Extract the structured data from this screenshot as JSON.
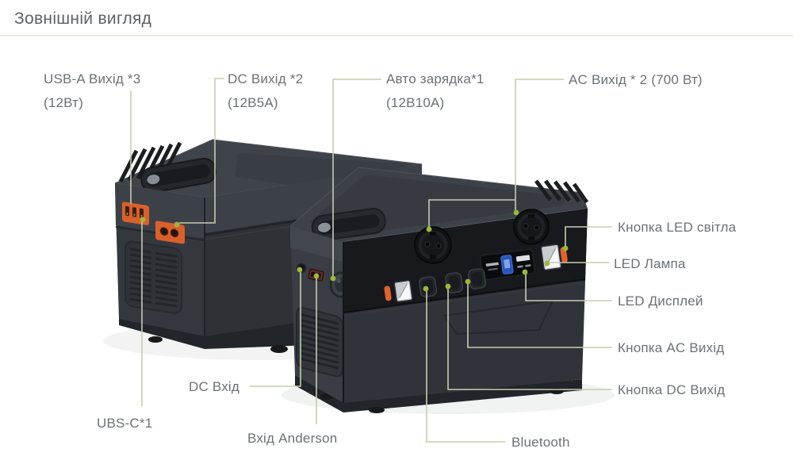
{
  "title": "Зовнішній вигляд",
  "colors": {
    "label_text": "#6d7175",
    "title_text": "#5d6266",
    "leader_line": "#c6cdad",
    "anchor_dot": "#9cb83c",
    "underline": "#e3eed8",
    "device_body": "#33373c",
    "port_orange": "#e2622e"
  },
  "callouts": {
    "usb_a": {
      "label": "USB-A Вихід *3",
      "sub": "(12Вт)"
    },
    "dc_out": {
      "label": "DC Вихід *2",
      "sub": "(12В5А)"
    },
    "car_charger": {
      "label": "Авто зарядка*1",
      "sub": "(12В10А)"
    },
    "ac_out": {
      "label": "AC Вихід * 2 (700 Вт)"
    },
    "led_light_button": {
      "label": "Кнопка LED світла"
    },
    "led_lamp": {
      "label": "LED Лампа"
    },
    "led_display": {
      "label": "LED Дисплей"
    },
    "ac_button": {
      "label": "Кнопка AC Вихід"
    },
    "dc_button": {
      "label": "Кнопка DC Вихід"
    },
    "dc_in": {
      "label": "DC Вхід"
    },
    "usb_c": {
      "label": "UBS-C*1"
    },
    "anderson": {
      "label": "Вхід Anderson"
    },
    "bluetooth": {
      "label": "Bluetooth"
    }
  },
  "icons": {
    "display_battery": "battery-icon",
    "display_digits": "power-readout",
    "ac_socket": "schuko-outlet-icon"
  }
}
